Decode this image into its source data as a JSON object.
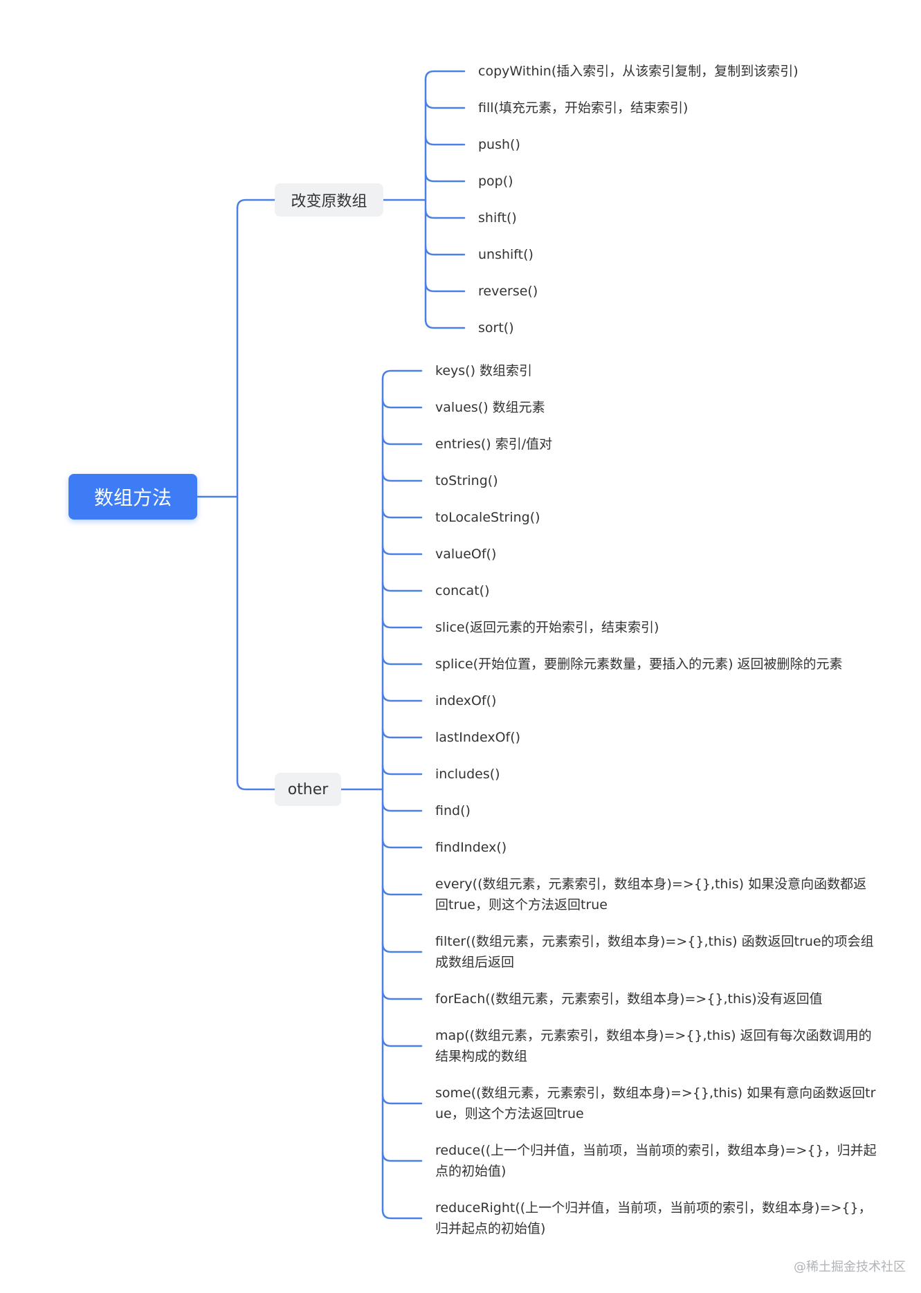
{
  "colors": {
    "accent": "#3d7cf4",
    "line": "#4b7fe6",
    "branch_fill": "#f0f1f3"
  },
  "root": {
    "label": "数组方法"
  },
  "branches": [
    {
      "label": "改变原数组",
      "items": [
        "copyWithin(插入索引，从该索引复制，复制到该索引)",
        "fill(填充元素，开始索引，结束索引)",
        "push()",
        "pop()",
        "shift()",
        "unshift()",
        "reverse()",
        "sort()"
      ]
    },
    {
      "label": "other",
      "items": [
        "keys() 数组索引",
        "values() 数组元素",
        "entries() 索引/值对",
        "toString()",
        "toLocaleString()",
        "valueOf()",
        "concat()",
        "slice(返回元素的开始索引，结束索引)",
        "splice(开始位置，要删除元素数量，要插入的元素) 返回被删除的元素",
        "indexOf()",
        "lastIndexOf()",
        "includes()",
        "find()",
        "findIndex()",
        "every((数组元素，元素索引，数组本身)=>{},this) 如果没意向函数都返回true，则这个方法返回true",
        "filter((数组元素，元素索引，数组本身)=>{},this) 函数返回true的项会组成数组后返回",
        "forEach((数组元素，元素索引，数组本身)=>{},this)没有返回值",
        "map((数组元素，元素索引，数组本身)=>{},this) 返回有每次函数调用的结果构成的数组",
        "some((数组元素，元素索引，数组本身)=>{},this) 如果有意向函数返回true，则这个方法返回true",
        "reduce((上一个归并值，当前项，当前项的索引，数组本身)=>{}，归并起点的初始值)",
        "reduceRight((上一个归并值，当前项，当前项的索引，数组本身)=>{}，归并起点的初始值)"
      ]
    }
  ],
  "watermark": "@稀土掘金技术社区"
}
